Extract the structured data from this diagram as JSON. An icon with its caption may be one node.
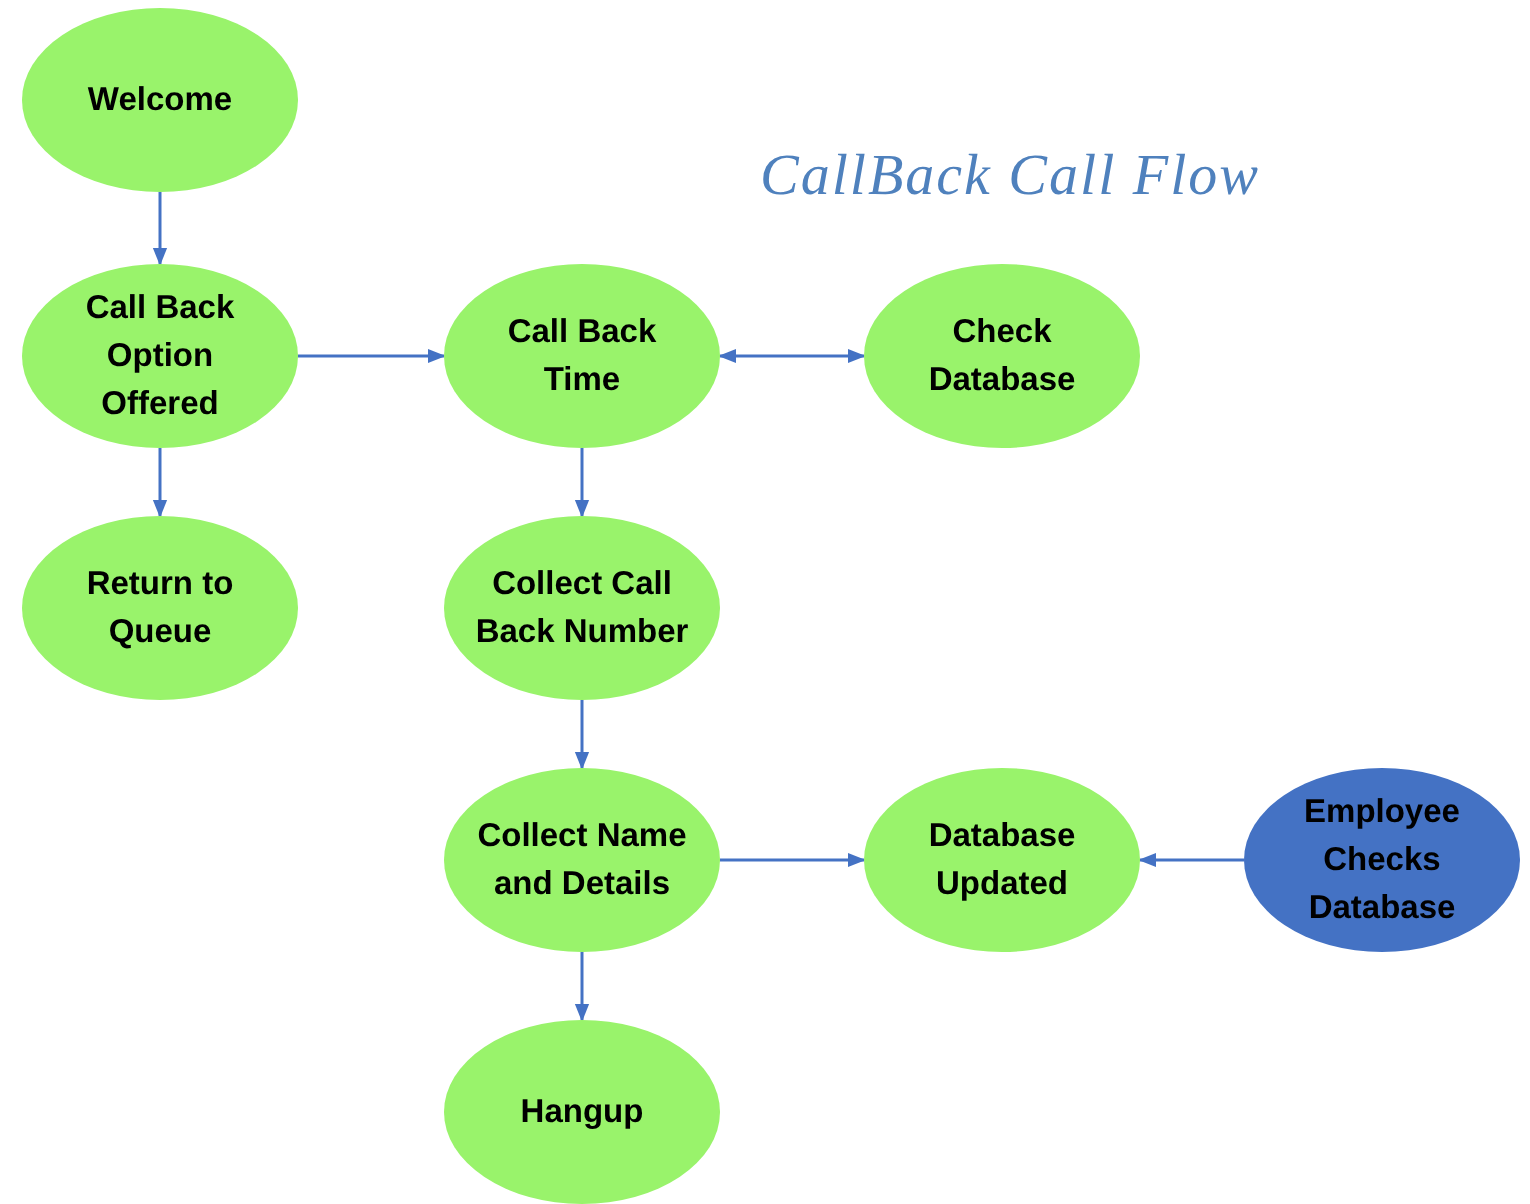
{
  "diagram": {
    "title": "CallBack Call Flow",
    "nodes": [
      {
        "text": [
          "Welcome"
        ]
      },
      {
        "text": [
          "Call Back Option Offered"
        ]
      },
      {
        "text": [
          "Return to Queue"
        ]
      },
      {
        "text": [
          "Call Back Time"
        ]
      },
      {
        "text": [
          "Check Database"
        ]
      },
      {
        "text": [
          "Collect Call Back Number"
        ]
      },
      {
        "text": [
          "Collect Name and Details"
        ]
      },
      {
        "text": [
          "Database Updated"
        ]
      },
      {
        "text": [
          "Employee Checks Database"
        ]
      },
      {
        "text": [
          "Hangup"
        ]
      }
    ],
    "edges": [
      {
        "from": 0,
        "to": 1,
        "arrow": "to"
      },
      {
        "from": 1,
        "to": 3,
        "arrow": "to"
      },
      {
        "from": 1,
        "to": 2,
        "arrow": "to"
      },
      {
        "from": 3,
        "to": 4,
        "arrow": "both"
      },
      {
        "from": 3,
        "to": 5,
        "arrow": "to"
      },
      {
        "from": 5,
        "to": 6,
        "arrow": "to"
      },
      {
        "from": 6,
        "to": 7,
        "arrow": "to"
      },
      {
        "from": 8,
        "to": 7,
        "arrow": "to"
      },
      {
        "from": 6,
        "to": 9,
        "arrow": "to"
      }
    ]
  }
}
